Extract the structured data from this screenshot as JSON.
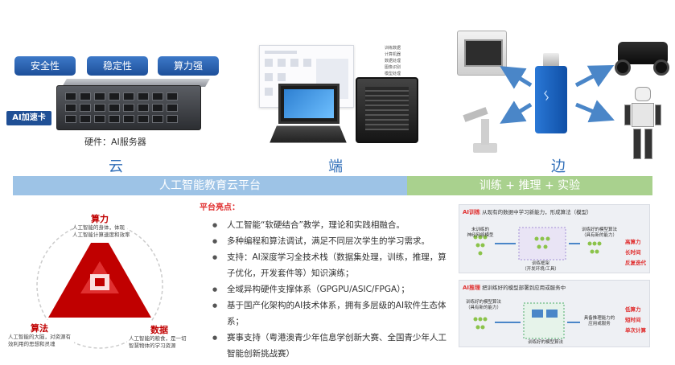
{
  "top": {
    "pills": [
      "安全性",
      "稳定性",
      "算力强"
    ],
    "ai_card": "AI加速卡",
    "hardware_label": "硬件：AI服务器",
    "columns": [
      "云",
      "端",
      "边"
    ],
    "screen_legend": [
      "训练数据",
      "计算机器",
      "数据处理",
      "图像识别",
      "模型处理"
    ]
  },
  "banners": {
    "left": "人工智能教育云平台",
    "right": "训练 + 推理 + 实验"
  },
  "triangle": {
    "top": {
      "title": "算力",
      "desc": [
        "人工智能的身体，体现",
        "人工智能计算速度和效率"
      ]
    },
    "left": {
      "title": "算法",
      "desc": [
        "人工智能的大脑，对资源有",
        "效利用的思想和灵魂"
      ]
    },
    "right": {
      "title": "数据",
      "desc": [
        "人工智能的粮食，是一切",
        "智慧物体的学习资源"
      ]
    },
    "colors": {
      "accent": "#c00000",
      "dashed": "#cccccc"
    }
  },
  "highlights": {
    "title": "平台亮点：",
    "items": [
      "人工智能“软硬结合”教学，理论和实践相融合。",
      "多种编程和算法调试，满足不同层次学生的学习需求。",
      "支持：AI深度学习全技术栈（数据集处理，训练，推理，算子优化，开发套件等）知识演练；",
      "全域异构硬件支撑体系（GPGPU/ASIC/FPGA）；",
      "基于国产化架构的AI技术体系，拥有多层级的AI软件生态体系；",
      "赛事支持（粤港澳青少年信息学创新大赛、全国青少年人工智能创新挑战赛）"
    ]
  },
  "training": {
    "title": "AI训练",
    "subtitle": "从现有的数据中学习新能力，形成算法（模型）",
    "caption1": [
      "未训练的",
      "神经网络模型"
    ],
    "caption2": [
      "训练框架",
      "（开发环境/工具）"
    ],
    "caption3": [
      "训练好的模型算法",
      "（具有新的能力）"
    ],
    "reqs": [
      "高算力",
      "长时间",
      "反复迭代"
    ]
  },
  "inference": {
    "title": "AI推理",
    "subtitle": "把训练好的模型部署到应用或服务中",
    "caption1": [
      "训练好的模型算法",
      "（具有新的能力）"
    ],
    "caption2": [
      "具备推理能力的",
      "应用或服务"
    ],
    "caption3": [
      "训练好的模型算法"
    ],
    "reqs": [
      "低算力",
      "短时间",
      "单次计算"
    ]
  }
}
